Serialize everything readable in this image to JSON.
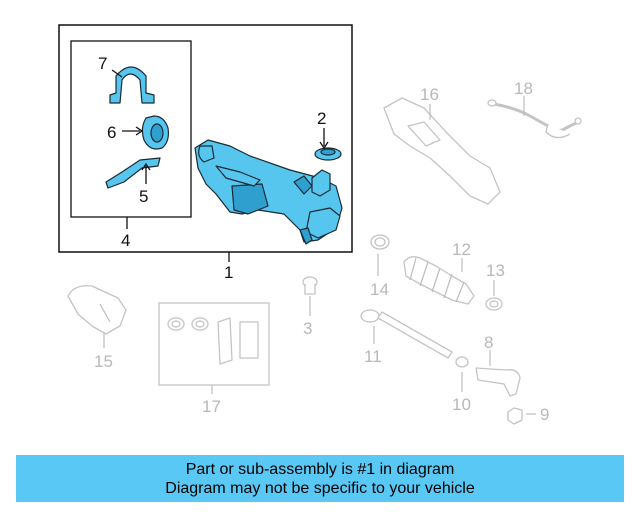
{
  "callouts": {
    "c1": "1",
    "c2": "2",
    "c3": "3",
    "c4": "4",
    "c5": "5",
    "c6": "6",
    "c7": "7",
    "c8": "8",
    "c9": "9",
    "c10": "10",
    "c11": "11",
    "c12": "12",
    "c13": "13",
    "c14": "14",
    "c15": "15",
    "c16": "16",
    "c17": "17",
    "c18": "18"
  },
  "highlighted_part": "1",
  "colors": {
    "highlight": "#57c6ee",
    "banner": "#5ac8f5",
    "faded": "#c4c4c4"
  },
  "banner": {
    "line1": "Part or sub-assembly is #1 in diagram",
    "line2": "Diagram may not be specific to your vehicle"
  }
}
